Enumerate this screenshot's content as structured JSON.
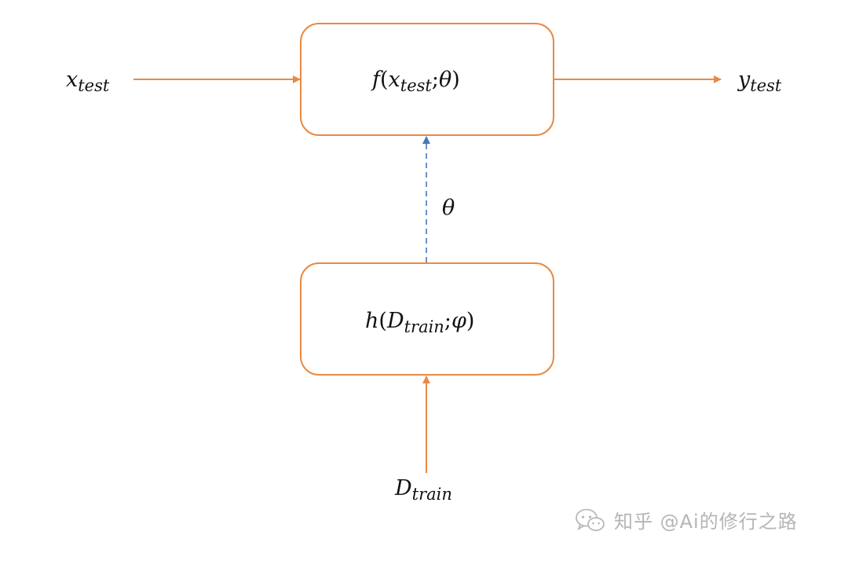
{
  "diagram": {
    "input": {
      "var": "x",
      "sub": "test"
    },
    "output": {
      "var": "y",
      "sub": "test"
    },
    "learner_box": {
      "fn": "f",
      "arg_var": "x",
      "arg_sub": "test",
      "param": "θ"
    },
    "meta_box": {
      "fn": "h",
      "arg_var": "D",
      "arg_sub": "train",
      "param": "φ"
    },
    "param_label": "θ",
    "train_input": {
      "var": "D",
      "sub": "train"
    }
  },
  "colors": {
    "solid_arrow": "#e88a45",
    "dashed_arrow": "#4a76b8",
    "box_border": "#e88a45",
    "text": "#111111"
  },
  "watermark": {
    "icon": "wechat-icon",
    "text": "知乎 @Ai的修行之路"
  }
}
